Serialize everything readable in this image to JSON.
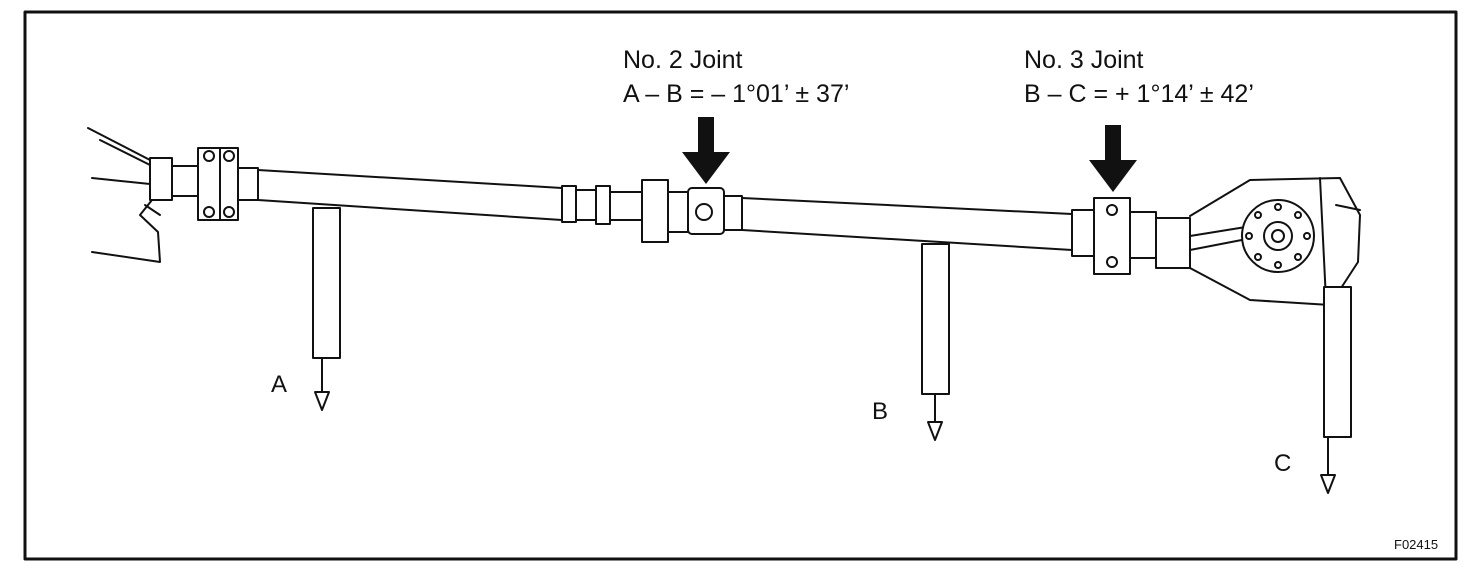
{
  "joints": [
    {
      "title": "No. 2 Joint",
      "formula": "A – B = – 1°01’ ± 37’"
    },
    {
      "title": "No. 3 Joint",
      "formula": "B – C = + 1°14’ ± 42’"
    }
  ],
  "points": {
    "a": "A",
    "b": "B",
    "c": "C"
  },
  "figure_code": "F02415"
}
